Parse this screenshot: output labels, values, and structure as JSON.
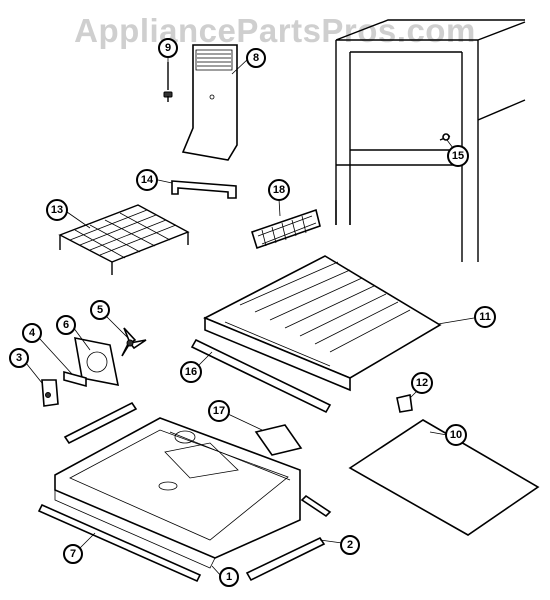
{
  "watermark": "AppliancePartsPros.com",
  "callouts": [
    {
      "id": "c9",
      "label": "9",
      "part": "screw-part"
    },
    {
      "id": "c8",
      "label": "8",
      "part": "air-duct-part"
    },
    {
      "id": "c14",
      "label": "14",
      "part": "handle-bar-part"
    },
    {
      "id": "c18",
      "label": "18",
      "part": "ice-tray-part"
    },
    {
      "id": "c13",
      "label": "13",
      "part": "wire-shelf-part"
    },
    {
      "id": "c15",
      "label": "15",
      "part": "cabinet-screw-part"
    },
    {
      "id": "c11",
      "label": "11",
      "part": "freezer-shelf-part"
    },
    {
      "id": "c5",
      "label": "5",
      "part": "fan-blade-part"
    },
    {
      "id": "c6",
      "label": "6",
      "part": "fan-shroud-part"
    },
    {
      "id": "c4",
      "label": "4",
      "part": "bracket-part"
    },
    {
      "id": "c3",
      "label": "3",
      "part": "motor-part"
    },
    {
      "id": "c16",
      "label": "16",
      "part": "trim-strip-part"
    },
    {
      "id": "c12",
      "label": "12",
      "part": "clip-part"
    },
    {
      "id": "c17",
      "label": "17",
      "part": "small-cover-part"
    },
    {
      "id": "c10",
      "label": "10",
      "part": "glass-panel-part"
    },
    {
      "id": "c2",
      "label": "2",
      "part": "side-trim-part"
    },
    {
      "id": "c7",
      "label": "7",
      "part": "front-trim-part"
    },
    {
      "id": "c1",
      "label": "1",
      "part": "divider-base-part"
    }
  ]
}
